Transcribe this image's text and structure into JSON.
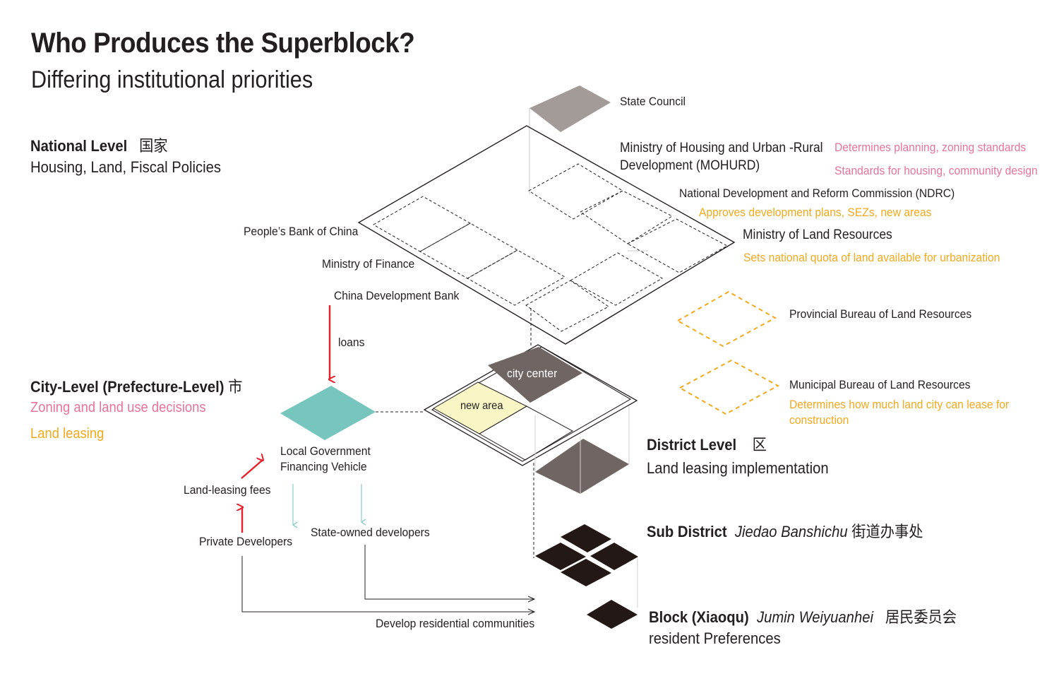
{
  "header": {
    "title": "Who Produces the Superblock?",
    "subtitle": "Differing institutional priorities"
  },
  "national": {
    "label": "National Level",
    "label_zh": "国家",
    "subtitle": "Housing, Land, Fiscal Policies"
  },
  "city": {
    "label": "City-Level (Prefecture-Level)",
    "label_zh": "市",
    "note1": "Zoning and land use decisions",
    "note2": "Land leasing"
  },
  "district": {
    "label": "District Level",
    "label_zh": "区",
    "subtitle": "Land leasing implementation"
  },
  "subdistrict": {
    "label": "Sub District",
    "label_it": "Jiedao Banshichu",
    "label_zh": "街道办事处"
  },
  "block": {
    "label": "Block (Xiaoqu)",
    "label_it": "Jumin Weiyuanhei",
    "label_zh": "居民委员会",
    "subtitle": "resident Preferences"
  },
  "institutions": {
    "state_council": "State Council",
    "mohurd_line1": "Ministry of Housing and Urban -Rural",
    "mohurd_line2": "Development  (MOHURD)",
    "mohurd_note1": "Determines planning, zoning standards",
    "mohurd_note2": "Standards for housing, community design",
    "ndrc": "National Development and Reform Commission (NDRC)",
    "ndrc_note": "Approves development plans, SEZs, new areas",
    "mlr": "Ministry of Land Resources",
    "mlr_note": "Sets national quota of land available for urbanization",
    "pboc": "People’s Bank of China",
    "mof": "Ministry of Finance",
    "cdb": "China Development Bank",
    "loans": "loans",
    "provincial_bureau": "Provincial Bureau of Land Resources",
    "municipal_bureau": "Municipal Bureau of Land Resources",
    "municipal_note_line1": "Determines how much land city can lease for",
    "municipal_note_line2": "construction",
    "lgfv_line1": "Local Government",
    "lgfv_line2": "Financing Vehicle",
    "land_fees": "Land-leasing fees",
    "private_dev": "Private Developers",
    "soe_dev": "State-owned developers",
    "develop": "Develop residential communities",
    "city_center": "city center",
    "new_area": "new area"
  },
  "colors": {
    "teal": "#76c6bd",
    "gray_dark": "#6f6562",
    "gray_light": "#a39b98",
    "black_tile": "#231815",
    "pale_yellow": "#f8f6c4",
    "pink": "#e8739a",
    "orange": "#f2a91e",
    "red_arrow": "#e8202a"
  }
}
